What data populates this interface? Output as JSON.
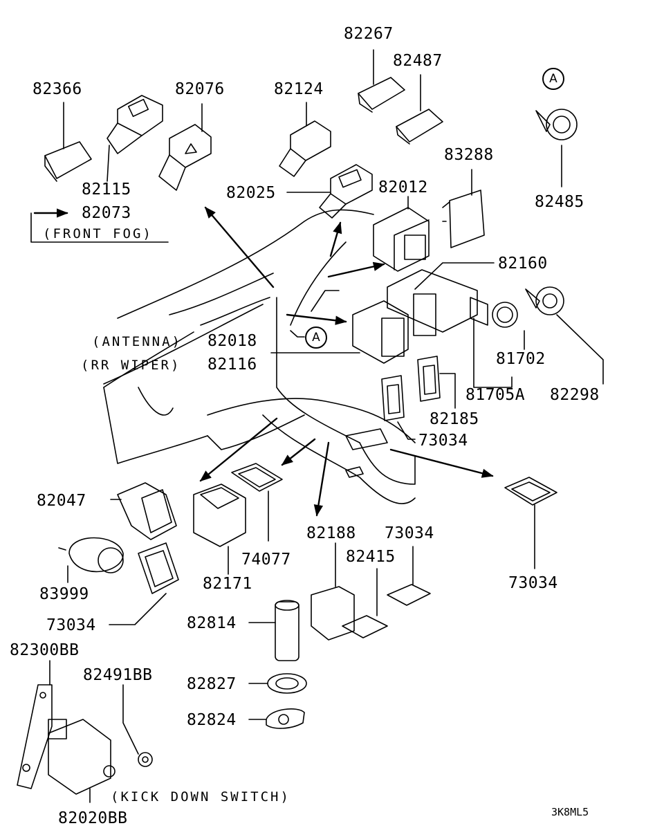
{
  "diagram": {
    "code": "3K8ML5",
    "callout": "A",
    "parts": {
      "p82366": "82366",
      "p82115": "82115",
      "p82076": "82076",
      "p82073": "82073",
      "p82124": "82124",
      "p82025": "82025",
      "p82267": "82267",
      "p82487": "82487",
      "p83288": "83288",
      "p82012": "82012",
      "p82485": "82485",
      "p82160": "82160",
      "p82018": "82018",
      "p82116": "82116",
      "p81702": "81702",
      "p81705A": "81705A",
      "p82298": "82298",
      "p82185": "82185",
      "p73034a": "73034",
      "p82047": "82047",
      "p74077": "74077",
      "p82171": "82171",
      "p83999": "83999",
      "p73034b": "73034",
      "p82188": "82188",
      "p73034c": "73034",
      "p82415": "82415",
      "p73034d": "73034",
      "p82814": "82814",
      "p82827": "82827",
      "p82824": "82824",
      "p82300BB": "82300BB",
      "p82491BB": "82491BB",
      "p82020BB": "82020BB"
    },
    "notes": {
      "front_fog": "(FRONT FOG)",
      "antenna": "(ANTENNA)",
      "rr_wiper": "(RR WIPER)",
      "kick_down": "(KICK DOWN SWITCH)"
    }
  }
}
